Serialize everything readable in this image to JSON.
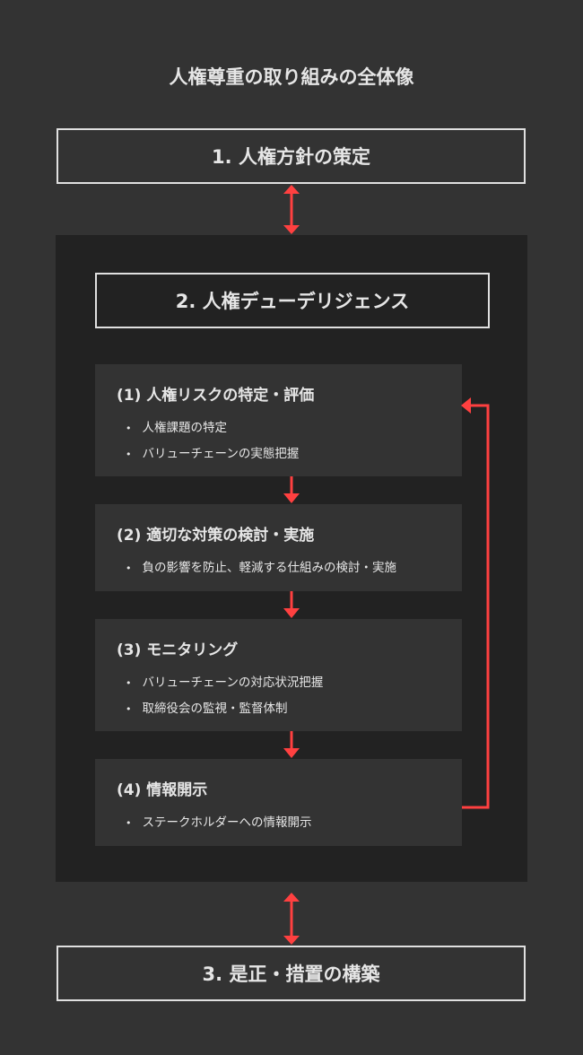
{
  "title": "人権尊重の取り組みの全体像",
  "step1": "1. 人権方針の策定",
  "step2": "2. 人権デューデリジェンス",
  "step3": "3. 是正・措置の構築",
  "cards": [
    {
      "title": "(1) 人権リスクの特定・評価",
      "items": [
        "人権課題の特定",
        "バリューチェーンの実態把握"
      ]
    },
    {
      "title": "(2) 適切な対策の検討・実施",
      "items": [
        "負の影響を防止、軽減する仕組みの検討・実施"
      ]
    },
    {
      "title": "(3) モニタリング",
      "items": [
        "バリューチェーンの対応状況把握",
        "取締役会の監視・監督体制"
      ]
    },
    {
      "title": "(4) 情報開示",
      "items": [
        "ステークホルダーへの情報開示"
      ]
    }
  ],
  "colors": {
    "accent": "#ff4040",
    "background": "#333333",
    "panel": "#222222"
  }
}
